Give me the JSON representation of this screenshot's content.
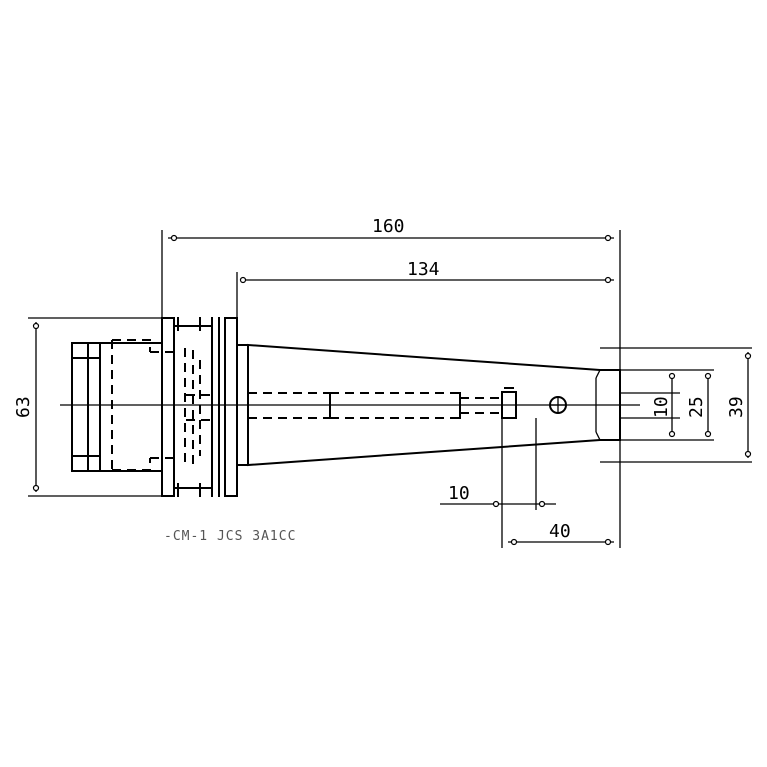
{
  "drawing": {
    "model_label": "-CM-1 JCS 3A1CC",
    "dimensions": {
      "overall_length": "160",
      "shank_length": "134",
      "flange_diameter": "63",
      "bore_small": "10",
      "bore_mid": "25",
      "tip_diameter": "39",
      "screw_offset": "10",
      "tip_length": "40"
    }
  }
}
